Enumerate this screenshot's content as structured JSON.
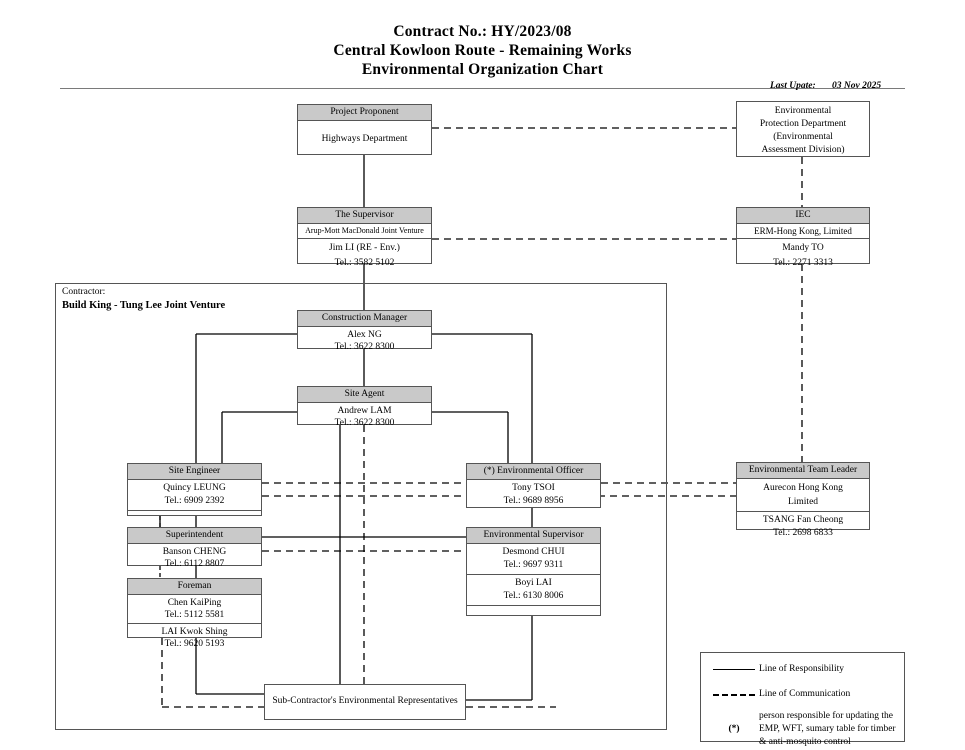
{
  "document": {
    "title_lines": [
      "Contract No.: HY/2023/08",
      "Central Kowloon Route - Remaining Works",
      "Environmental Organization Chart"
    ],
    "last_update_label": "Last Upate:",
    "last_update_value": "03 Nov 2025"
  },
  "contractor_frame": {
    "label": "Contractor:",
    "name": "Build King - Tung Lee Joint Venture"
  },
  "nodes": {
    "project_proponent": {
      "header": "Project Proponent",
      "body": "Highways Department"
    },
    "epd": {
      "lines": [
        "Environmental",
        "Protection Department",
        "(Environmental",
        "Assessment Division)"
      ]
    },
    "supervisor": {
      "header": "The Supervisor",
      "sub": "Arup-Mott MacDonald Joint Venture",
      "person_name": "Jim LI (RE - Env.)",
      "person_tel": "Tel.: 3582 5102"
    },
    "iec": {
      "header": "IEC",
      "sub": "ERM-Hong Kong, Limited",
      "person_name": "Mandy TO",
      "person_tel": "Tel.: 2271 3313"
    },
    "construction_manager": {
      "header": "Construction Manager",
      "person_name": "Alex NG",
      "person_tel": "Tel.: 3622 8300"
    },
    "site_agent": {
      "header": "Site Agent",
      "person_name": "Andrew LAM",
      "person_tel": "Tel.: 3622 8300"
    },
    "site_engineer": {
      "header": "Site Engineer",
      "person_name": "Quincy LEUNG",
      "person_tel": "Tel.: 6909 2392"
    },
    "environmental_officer": {
      "header": "(*) Environmental Officer",
      "person_name": "Tony TSOI",
      "person_tel": "Tel.: 9689 8956"
    },
    "environmental_team_leader": {
      "header": "Environmental Team Leader",
      "sub_line1": "Aurecon Hong Kong",
      "sub_line2": "Limited",
      "person_name": "TSANG Fan Cheong",
      "person_tel": "Tel.: 2698 6833"
    },
    "superintendent": {
      "header": "Superintendent",
      "person_name": "Banson CHENG",
      "person_tel": "Tel.: 6112 8807"
    },
    "environmental_supervisor": {
      "header": "Environmental Supervisor",
      "person1_name": "Desmond CHUI",
      "person1_tel": "Tel.: 9697 9311",
      "person2_name": "Boyi LAI",
      "person2_tel": "Tel.: 6130 8006"
    },
    "foreman": {
      "header": "Foreman",
      "person1_name": "Chen KaiPing",
      "person1_tel": "Tel.: 5112 5581",
      "person2_name": "LAI Kwok Shing",
      "person2_tel": "Tel.: 9620 5193"
    },
    "sub_contractor": {
      "body": "Sub-Contractor's Environmental Representatives"
    }
  },
  "legend": {
    "responsibility": "Line of Responsibility",
    "communication": "Line of Communication",
    "asterisk_symbol": "(*)",
    "asterisk_text": "person responsible for updating the EMP, WFT, sumary table for timber & anti-mosquito control"
  },
  "colors": {
    "header_band": "#c9c9c9",
    "border": "#555555",
    "line": "#000000",
    "background": "#ffffff"
  }
}
